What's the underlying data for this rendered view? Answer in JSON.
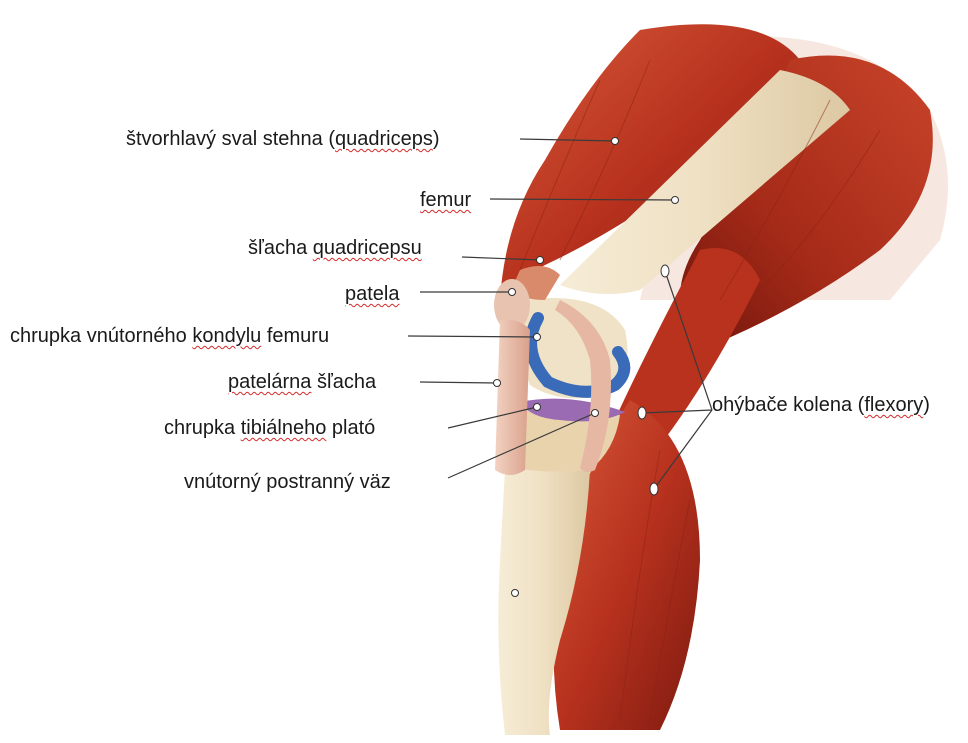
{
  "colors": {
    "muscle": "#b8321e",
    "muscle_dark": "#7e1a10",
    "muscle_light": "#d9573a",
    "bone": "#efe0c3",
    "cartilage_femur": "#3a6bb8",
    "cartilage_tibia": "#9a6ab2",
    "tendon": "#e7b9a4",
    "leader_line": "#3a3a3a",
    "spellcheck_underline": "#d42a2a"
  },
  "labels": {
    "quadriceps": {
      "a": "štvorhlavý sval stehna (",
      "b": "quadriceps",
      "c": ")"
    },
    "femur": {
      "a": "",
      "b": "femur",
      "c": ""
    },
    "quad_tendon": {
      "a": "šľacha ",
      "b": "quadricepsu",
      "c": ""
    },
    "patella": {
      "a": "",
      "b": "patela",
      "c": ""
    },
    "femoral_cartilage": {
      "a": "chrupka vnútorného ",
      "b": "kondylu",
      "c": " femuru"
    },
    "patellar_tendon": {
      "a": "",
      "b": "patelárna",
      "c": " šľacha"
    },
    "tibial_cartilage": {
      "a": "chrupka ",
      "b": "tibiálneho",
      "c": " plató"
    },
    "mcl": {
      "a": "vnútorný postranný väz",
      "b": "",
      "c": ""
    },
    "flexors": {
      "a": "ohýbače kolena (",
      "b": "flexory",
      "c": ")"
    }
  }
}
